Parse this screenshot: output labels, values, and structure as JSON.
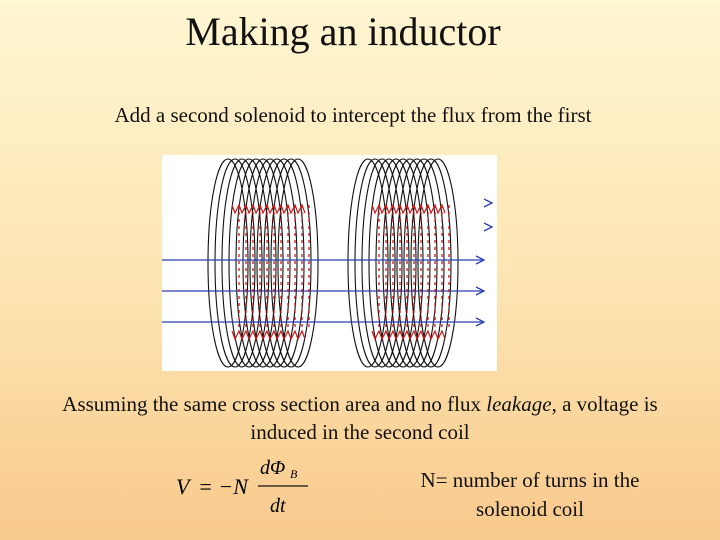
{
  "slide": {
    "title": "Making an inductor",
    "subtitle": "Add a second solenoid to intercept the flux from the first",
    "paragraph": {
      "before": "Assuming the same cross section area and no flux ",
      "emphasis": "leakage",
      "after": ", a voltage is induced in the second coil"
    },
    "formula": {
      "lhs": "V",
      "equals": "= −N",
      "numerator": "dΦ",
      "subscript": "B",
      "denominator": "dt"
    },
    "note": "N= number of turns in the solenoid coil"
  },
  "figure": {
    "colors": {
      "coil_back": "#111111",
      "coil_front": "#cc1a1a",
      "flux": "#2b3fb8",
      "background": "#ffffff"
    }
  }
}
